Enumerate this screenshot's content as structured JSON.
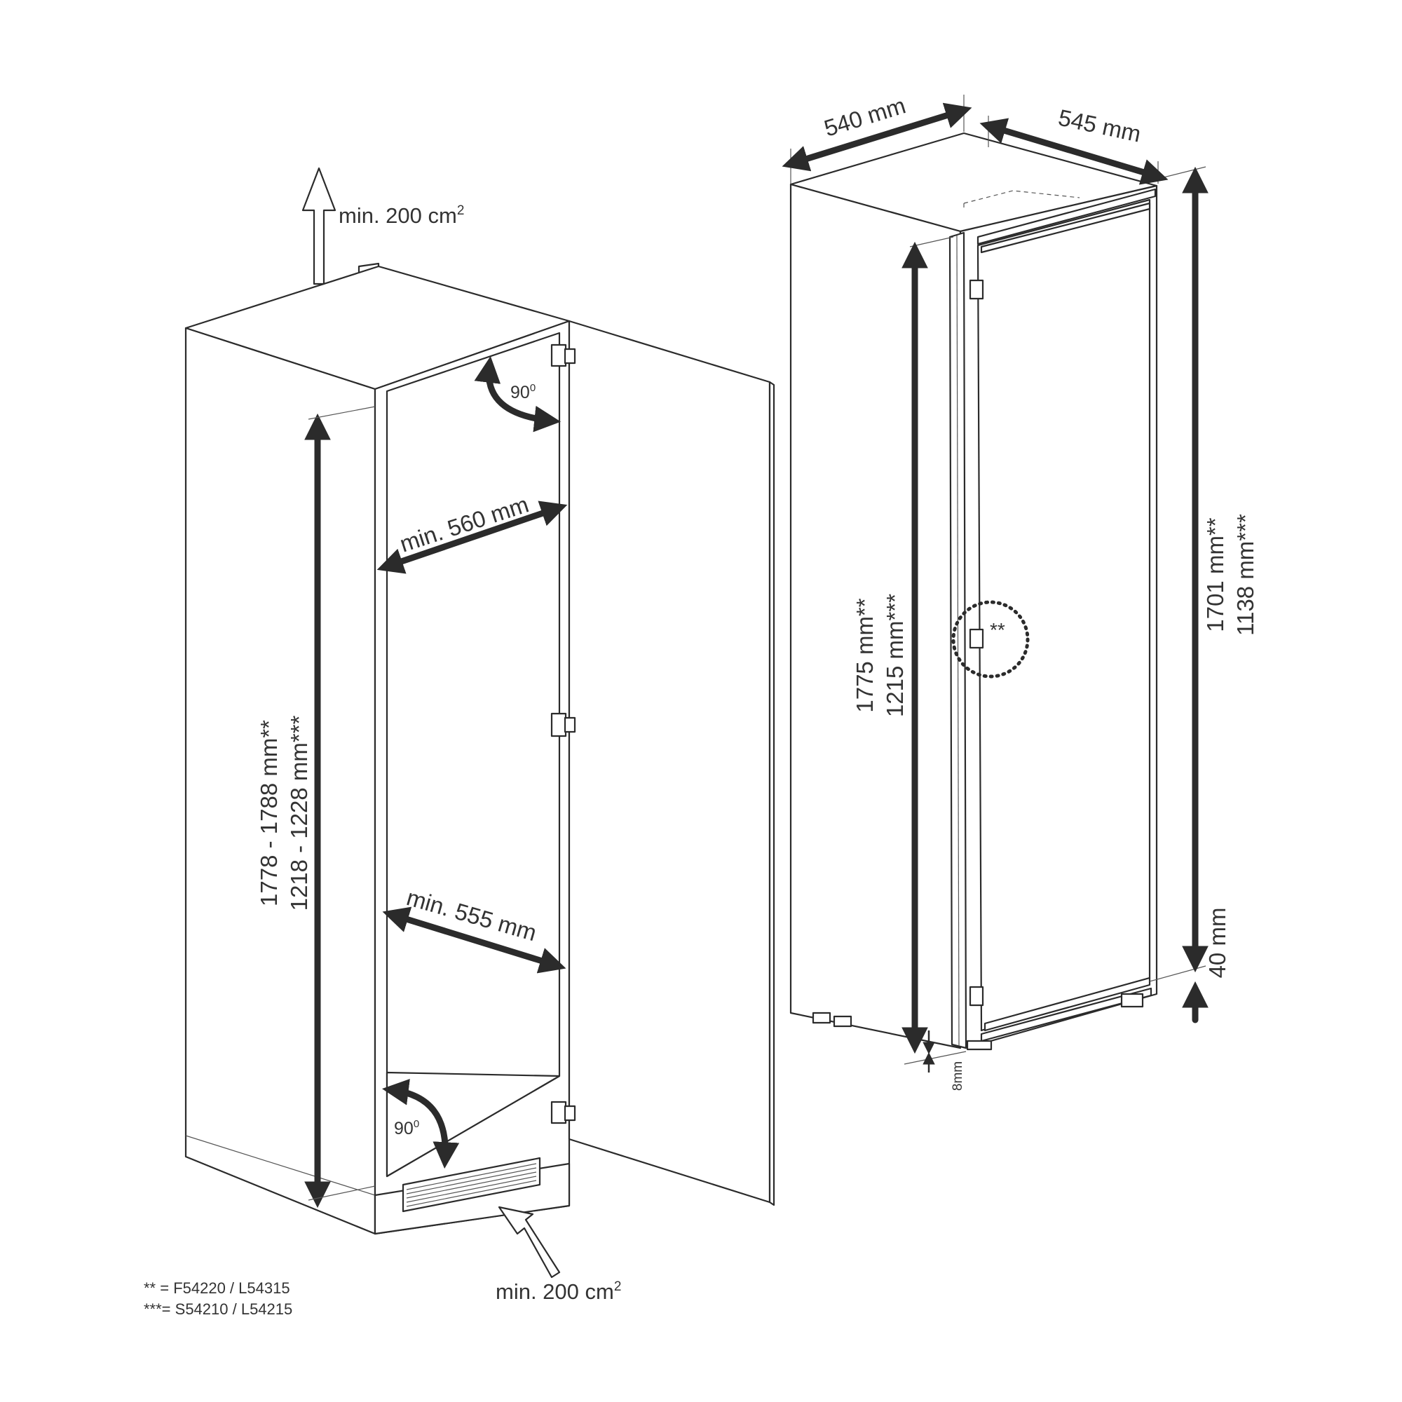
{
  "left": {
    "vent_top": "min. 200 cm",
    "vent_bottom": "min. 200 cm",
    "sup": "2",
    "width_top": "min. 560 mm",
    "width_bottom": "min. 555 mm",
    "angle_top": "90",
    "angle_bottom": "90",
    "deg": "0",
    "height_1": "1778 - 1788 mm**",
    "height_2": "1218 - 1228 mm***"
  },
  "right": {
    "width": "540 mm",
    "depth": "545 mm",
    "height_1": "1775 mm**",
    "height_2": "1215 mm***",
    "door_1": "1701 mm**",
    "door_2": "1138 mm***",
    "base": "40 mm",
    "gap": "8mm",
    "hinge_mark": "**"
  },
  "legend": {
    "line_1": "** = F54220 / L54315",
    "line_2": "***= S54210 / L54215"
  }
}
